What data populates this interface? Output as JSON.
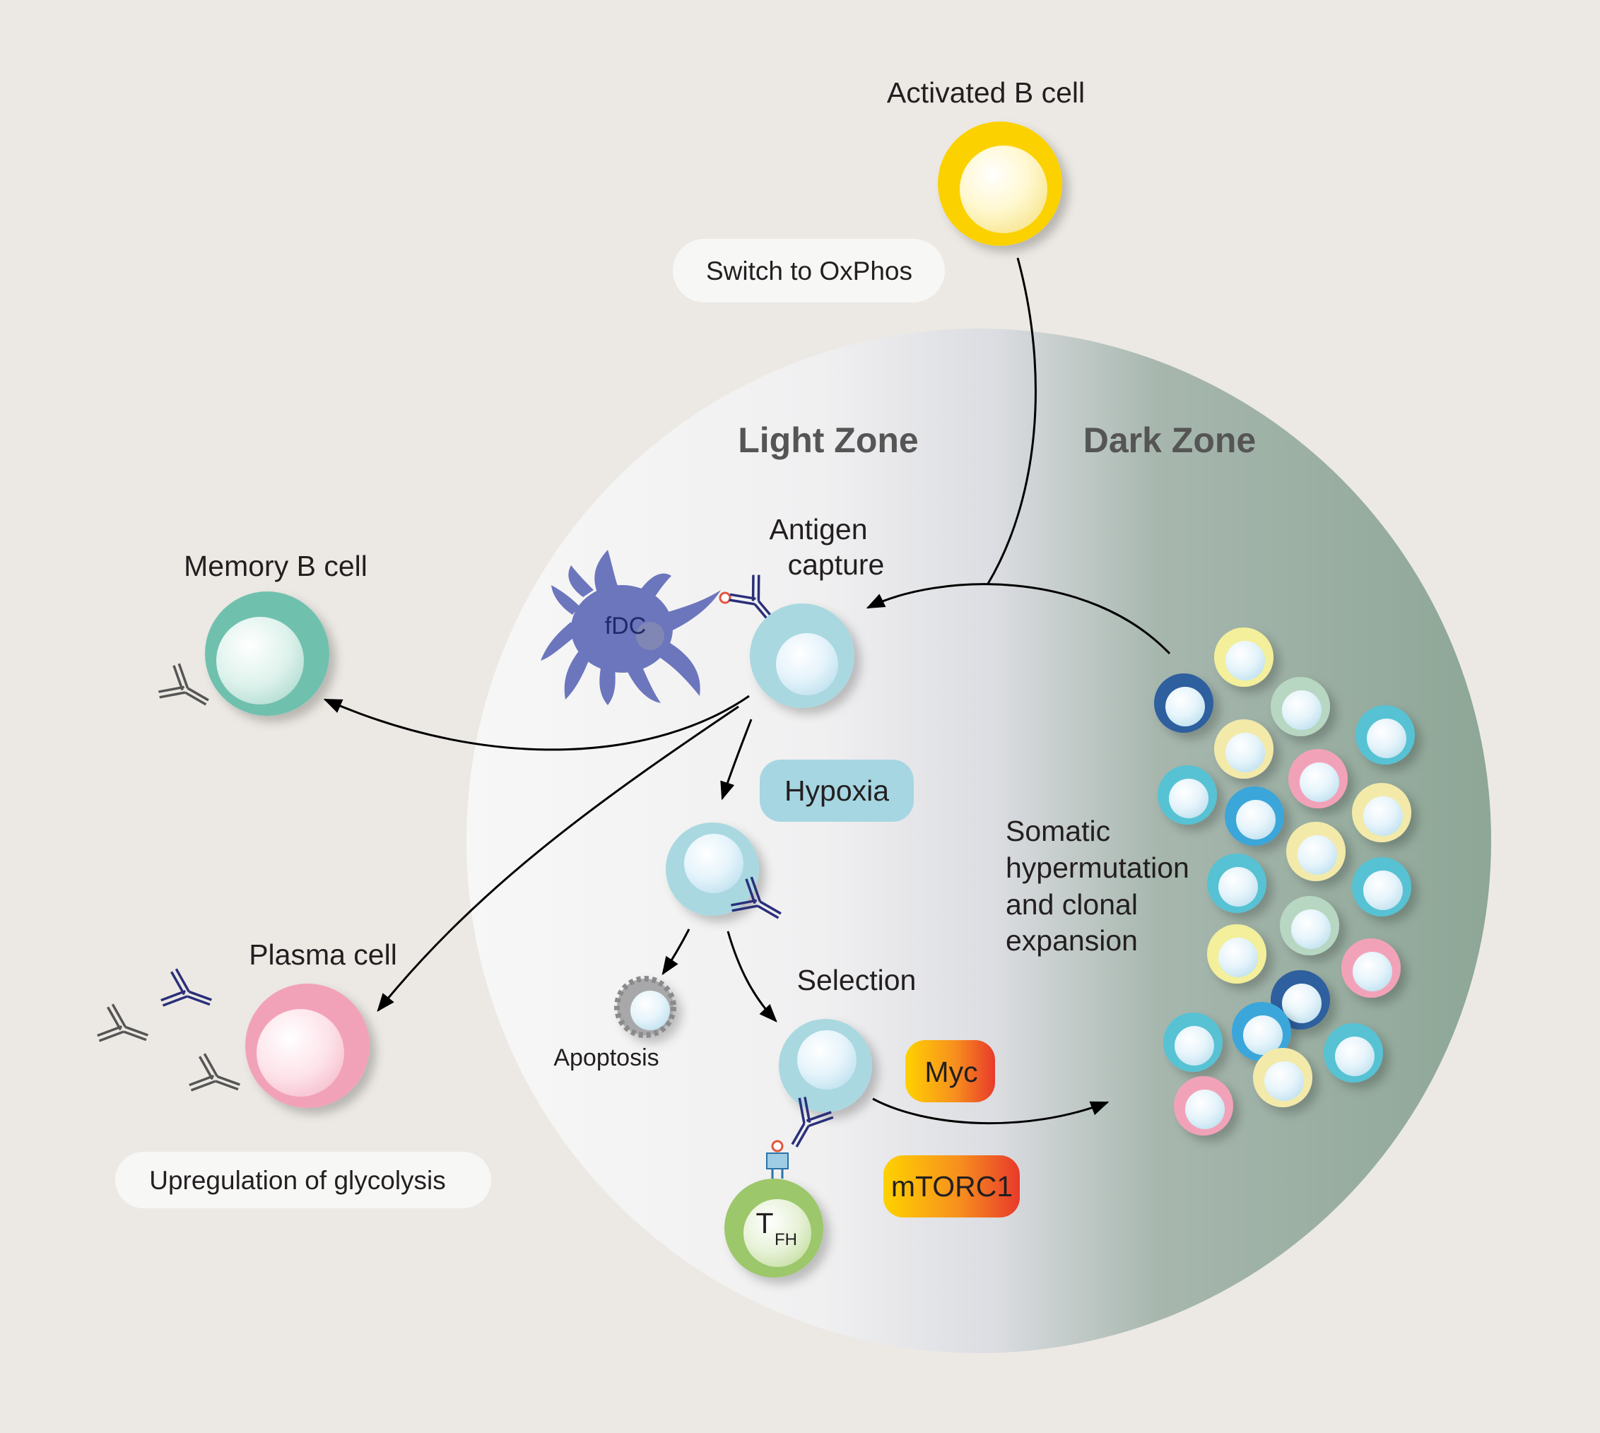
{
  "labels": {
    "activated_b_cell": "Activated B cell",
    "switch_oxphos": "Switch to OxPhos",
    "light_zone": "Light Zone",
    "dark_zone": "Dark Zone",
    "antigen_capture_1": "Antigen",
    "antigen_capture_2": "capture",
    "fdc": "fDC",
    "memory_b_cell": "Memory B cell",
    "hypoxia": "Hypoxia",
    "plasma_cell": "Plasma cell",
    "upregulation_glycolysis": "Upregulation of glycolysis",
    "apoptosis": "Apoptosis",
    "selection": "Selection",
    "myc": "Myc",
    "mtorc1": "mTORC1",
    "tfh_main": "T",
    "tfh_sub": "FH",
    "somatic_1": "Somatic",
    "somatic_2": "hypermutation",
    "somatic_3": "and clonal",
    "somatic_4": "expansion"
  },
  "colors": {
    "background": "#ece9e4",
    "light_zone": "#f4f4f4",
    "dark_zone": "#8fa899",
    "activated_b_cell": "#fcd100",
    "memory_b_cell": "#6fc0ae",
    "plasma_cell": "#f2a2b8",
    "gc_b_cell": "#a9d8e0",
    "tfh_cell": "#9cc76b",
    "fdc": "#6872b8",
    "hypoxia_pill": "#a6d6e1",
    "myc_mtorc1_gradient_start": "#ffd200",
    "myc_mtorc1_gradient_end": "#e83a2b"
  }
}
